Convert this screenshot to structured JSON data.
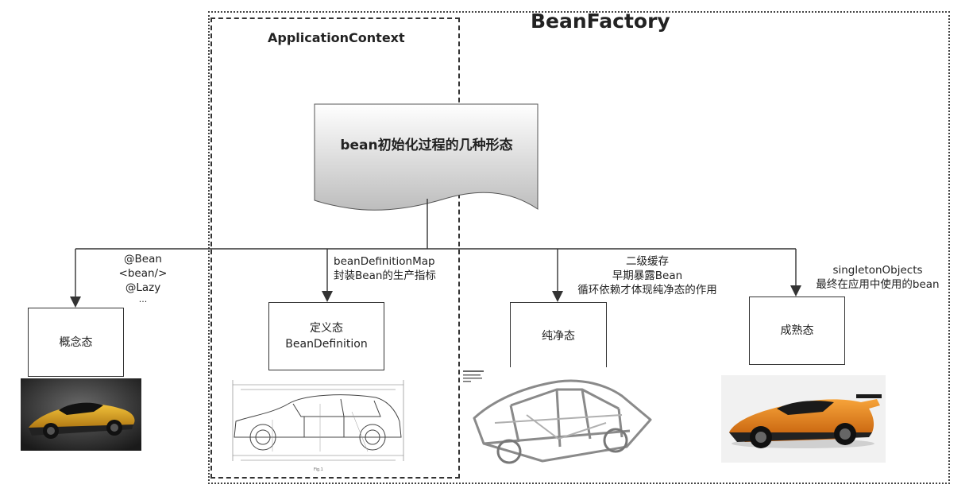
{
  "frames": {
    "bean_factory_title": "BeanFactory",
    "application_context_title": "ApplicationContext"
  },
  "center_document": {
    "label": "bean初始化过程的几种形态"
  },
  "states": [
    {
      "label": "概念态",
      "note_lines": [
        "@Bean",
        "<bean/>",
        "@Lazy",
        "..."
      ],
      "image_icon": "sports-car-photo"
    },
    {
      "label_line1": "定义态",
      "label_line2": "BeanDefinition",
      "note_lines": [
        "beanDefinitionMap",
        "封装Bean的生产指标"
      ],
      "image_icon": "car-blueprint-drawing"
    },
    {
      "label": "纯净态",
      "note_lines": [
        "二级缓存",
        "早期暴露Bean",
        "循环依赖才体现纯净态的作用"
      ],
      "image_icon": "car-body-frame"
    },
    {
      "label": "成熟态",
      "note_lines": [
        "singletonObjects",
        "最终在应用中使用的bean"
      ],
      "image_icon": "orange-supercar-photo"
    }
  ],
  "colors": {
    "line": "#333333",
    "doc_gradient_top": "#ffffff",
    "doc_gradient_bottom": "#bdbdbd",
    "car_orange": "#e8821c",
    "car_gold": "#d9a21b"
  }
}
